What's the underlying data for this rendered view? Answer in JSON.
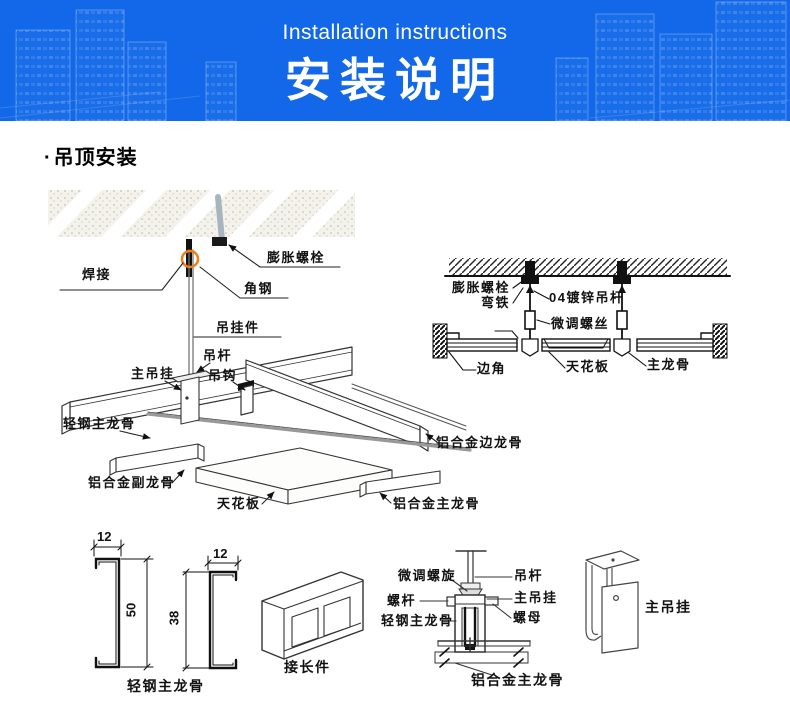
{
  "banner": {
    "subtitle": "Installation instructions",
    "title": "安装说明"
  },
  "colors": {
    "banner_bg": "#1268e8",
    "weld_marker": "#ee7f1d"
  },
  "section_heading": {
    "bullet": "·",
    "text": "吊顶安装"
  },
  "main_diagram": {
    "labels": {
      "weld": "焊接",
      "expansion_bolt": "膨胀螺栓",
      "angle_steel": "角钢",
      "hanging_piece": "吊挂件",
      "hanger_rod": "吊杆",
      "main_hanger": "主吊挂",
      "hook": "吊钩",
      "light_steel_main_keel": "轻钢主龙骨",
      "alu_edge_keel": "铝合金边龙骨",
      "alu_sub_keel": "铝合金副龙骨",
      "ceiling_panel": "天花板",
      "alu_main_keel": "铝合金主龙骨"
    }
  },
  "section_view": {
    "labels": {
      "expansion_bolt": "膨胀螺栓",
      "bent_iron": "弯铁",
      "galvanized_rod": "04镀锌吊杆",
      "adjust_screw": "微调螺丝",
      "edge_angle": "边角",
      "ceiling_panel": "天花板",
      "main_keel": "主龙骨"
    }
  },
  "profiles": {
    "dims": {
      "width_a": "12",
      "height_a": "50",
      "width_b": "12",
      "height_b": "38"
    },
    "label": "轻钢主龙骨"
  },
  "extension": {
    "label": "接长件"
  },
  "detail_view": {
    "labels": {
      "adjust_spiral": "微调螺旋",
      "screw_rod": "螺杆",
      "light_steel_main_keel": "轻钢主龙骨",
      "hanger_rod": "吊杆",
      "main_hanger": "主吊挂",
      "nut": "螺母",
      "alu_main_keel": "铝合金主龙骨"
    }
  },
  "hanger_part": {
    "label": "主吊挂"
  }
}
